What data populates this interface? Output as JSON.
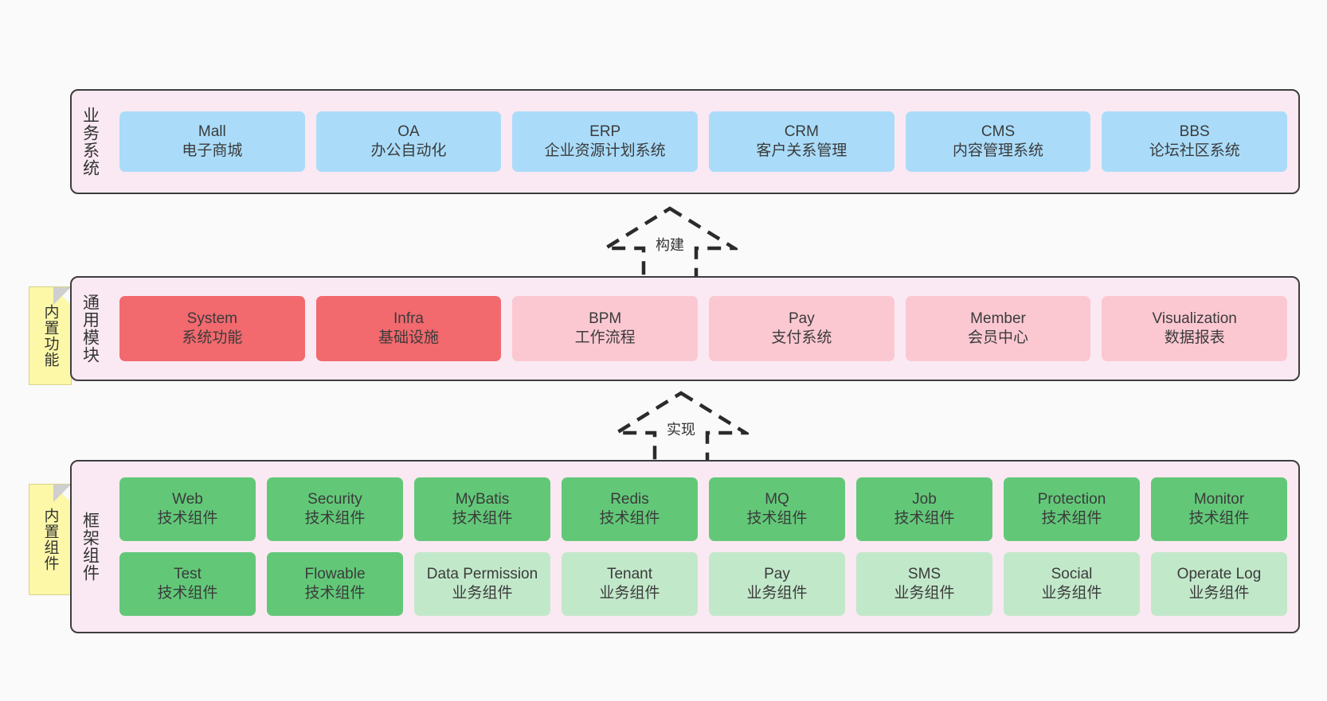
{
  "background_color": "#fafafa",
  "layers": [
    {
      "id": "business",
      "title": "业务系统",
      "panel_color": "#fae9f2",
      "cards": [
        {
          "en": "Mall",
          "cn": "电子商城",
          "color": "#aadcfa"
        },
        {
          "en": "OA",
          "cn": "办公自动化",
          "color": "#aadcfa"
        },
        {
          "en": "ERP",
          "cn": "企业资源计划系统",
          "color": "#aadcfa"
        },
        {
          "en": "CRM",
          "cn": "客户关系管理",
          "color": "#aadcfa"
        },
        {
          "en": "CMS",
          "cn": "内容管理系统",
          "color": "#aadcfa"
        },
        {
          "en": "BBS",
          "cn": "论坛社区系统",
          "color": "#aadcfa"
        }
      ]
    },
    {
      "id": "common",
      "title": "通用模块",
      "panel_color": "#fae9f2",
      "note": "内置功能",
      "cards": [
        {
          "en": "System",
          "cn": "系统功能",
          "color": "#f2696e"
        },
        {
          "en": "Infra",
          "cn": "基础设施",
          "color": "#f2696e"
        },
        {
          "en": "BPM",
          "cn": "工作流程",
          "color": "#fbc8d2"
        },
        {
          "en": "Pay",
          "cn": "支付系统",
          "color": "#fbc8d2"
        },
        {
          "en": "Member",
          "cn": "会员中心",
          "color": "#fbc8d2"
        },
        {
          "en": "Visualization",
          "cn": "数据报表",
          "color": "#fbc8d2"
        }
      ]
    },
    {
      "id": "framework",
      "title": "框架组件",
      "panel_color": "#fae9f2",
      "note": "内置组件",
      "row1": [
        {
          "en": "Web",
          "cn": "技术组件",
          "color": "#62c878"
        },
        {
          "en": "Security",
          "cn": "技术组件",
          "color": "#62c878"
        },
        {
          "en": "MyBatis",
          "cn": "技术组件",
          "color": "#62c878"
        },
        {
          "en": "Redis",
          "cn": "技术组件",
          "color": "#62c878"
        },
        {
          "en": "MQ",
          "cn": "技术组件",
          "color": "#62c878"
        },
        {
          "en": "Job",
          "cn": "技术组件",
          "color": "#62c878"
        },
        {
          "en": "Protection",
          "cn": "技术组件",
          "color": "#62c878"
        },
        {
          "en": "Monitor",
          "cn": "技术组件",
          "color": "#62c878"
        }
      ],
      "row2": [
        {
          "en": "Test",
          "cn": "技术组件",
          "color": "#62c878"
        },
        {
          "en": "Flowable",
          "cn": "技术组件",
          "color": "#62c878"
        },
        {
          "en": "Data Permission",
          "cn": "业务组件",
          "color": "#c2e8ca"
        },
        {
          "en": "Tenant",
          "cn": "业务组件",
          "color": "#c2e8ca"
        },
        {
          "en": "Pay",
          "cn": "业务组件",
          "color": "#c2e8ca"
        },
        {
          "en": "SMS",
          "cn": "业务组件",
          "color": "#c2e8ca"
        },
        {
          "en": "Social",
          "cn": "业务组件",
          "color": "#c2e8ca"
        },
        {
          "en": "Operate Log",
          "cn": "业务组件",
          "color": "#c2e8ca"
        }
      ]
    }
  ],
  "arrows": [
    {
      "id": "build",
      "label": "构建",
      "direction": "up",
      "style": "dashed-hollow"
    },
    {
      "id": "impl",
      "label": "实现",
      "direction": "up",
      "style": "dashed-hollow"
    }
  ]
}
